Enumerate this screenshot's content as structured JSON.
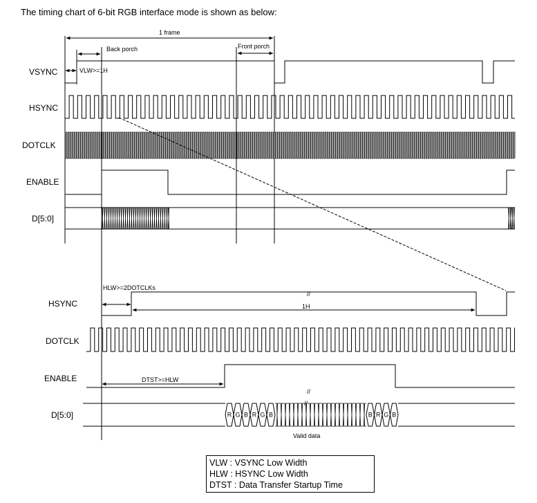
{
  "heading": "The timing chart of 6-bit RGB interface mode is shown as below:",
  "upper_signals": [
    "VSYNC",
    "HSYNC",
    "DOTCLK",
    "ENABLE",
    "D[5:0]"
  ],
  "lower_signals": [
    "HSYNC",
    "DOTCLK",
    "ENABLE",
    "D[5:0]"
  ],
  "annotations": {
    "frame": "1 frame",
    "back_porch": "Back porch",
    "front_porch": "Front porch",
    "vlw": "VLW>=1H",
    "hlw": "HLW>=2DOTCLKs",
    "one_h": "1H",
    "dtst": "DTST>=HLW",
    "valid_data": "Valid data",
    "break_mark": "//"
  },
  "data_cells": {
    "first": [
      "R",
      "G",
      "B",
      "R",
      "G",
      "B"
    ],
    "last": [
      "B",
      "R",
      "G",
      "B"
    ]
  },
  "legend": [
    "VLW : VSYNC Low Width",
    "HLW : HSYNC Low Width",
    "DTST : Data Transfer Startup Time"
  ]
}
